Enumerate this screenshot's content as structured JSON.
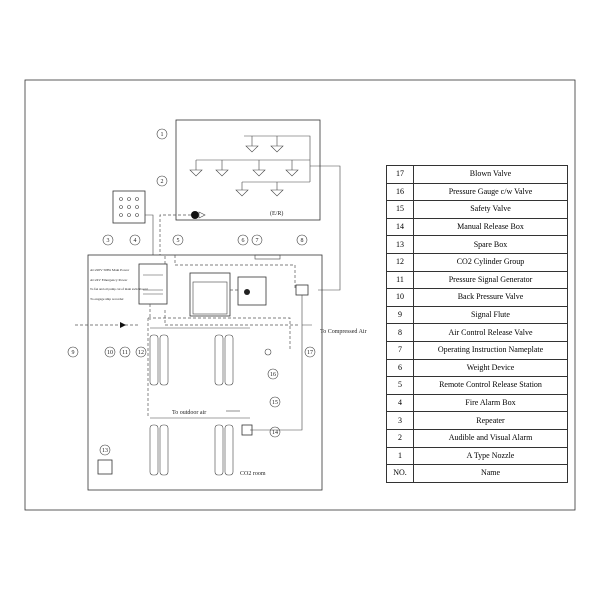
{
  "diagram": {
    "er_label": "(E/R)",
    "room_label": "CO2 room",
    "outdoor_label": "To outdoor air",
    "compressed_air_label": "To Compressed Air",
    "power_labels": [
      "AC220V 50Hz Main Power",
      "AC24V Emergency Power",
      "To fan and oil pump cut of main switchboard",
      "To engage ship recorder"
    ],
    "callouts": [
      "1",
      "2",
      "3",
      "4",
      "5",
      "6",
      "7",
      "8",
      "9",
      "10",
      "11",
      "12",
      "13",
      "14",
      "15",
      "16",
      "17"
    ]
  },
  "legend": {
    "rows": [
      {
        "no": "17",
        "name": "Blown Valve"
      },
      {
        "no": "16",
        "name": "Pressure Gauge c/w Valve"
      },
      {
        "no": "15",
        "name": "Safety Valve"
      },
      {
        "no": "14",
        "name": "Manual Release Box"
      },
      {
        "no": "13",
        "name": "Spare Box"
      },
      {
        "no": "12",
        "name": "CO2 Cylinder Group"
      },
      {
        "no": "11",
        "name": "Pressure Signal Generator"
      },
      {
        "no": "10",
        "name": "Back Pressure Valve"
      },
      {
        "no": "9",
        "name": "Signal Flute"
      },
      {
        "no": "8",
        "name": "Air Control Release Valve"
      },
      {
        "no": "7",
        "name": "Operating Instruction Nameplate"
      },
      {
        "no": "6",
        "name": "Weight Device"
      },
      {
        "no": "5",
        "name": "Remote Control Release Station"
      },
      {
        "no": "4",
        "name": "Fire Alarm Box"
      },
      {
        "no": "3",
        "name": "Repeater"
      },
      {
        "no": "2",
        "name": "Audible and Visual Alarm"
      },
      {
        "no": "1",
        "name": "A Type Nozzle"
      }
    ],
    "header": {
      "no": "NO.",
      "name": "Name"
    }
  }
}
